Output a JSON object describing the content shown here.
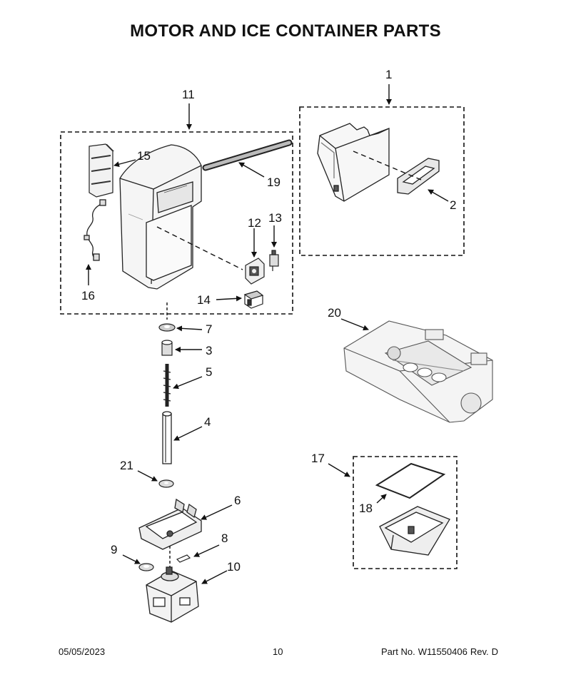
{
  "title": "MOTOR AND ICE CONTAINER PARTS",
  "callouts": [
    "1",
    "2",
    "3",
    "4",
    "5",
    "6",
    "7",
    "8",
    "9",
    "10",
    "11",
    "12",
    "13",
    "14",
    "15",
    "16",
    "17",
    "18",
    "19",
    "20",
    "21"
  ],
  "footer": {
    "date": "05/05/2023",
    "page": "10",
    "part_label": "Part No.",
    "part_number": "W11550406",
    "rev_label": "Rev.",
    "rev": "D"
  }
}
